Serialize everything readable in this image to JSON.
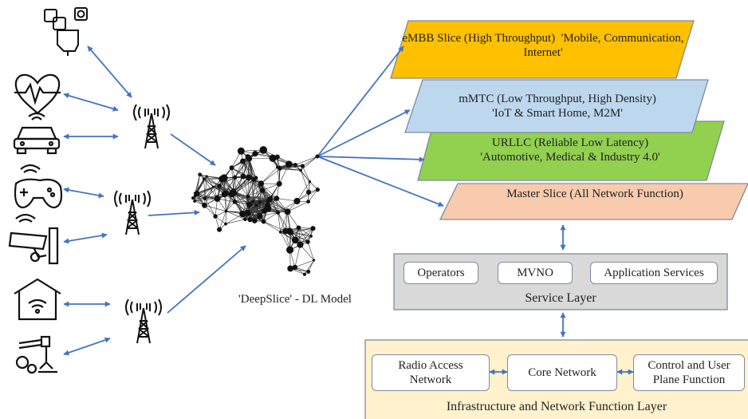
{
  "slices": [
    {
      "title": "eMBB Slice (High Throughput)",
      "subtitle": "'Mobile, Communication, Internet'",
      "fill": "#ffc000"
    },
    {
      "title": "mMTC (Low Throughput, High Density)",
      "subtitle": "'IoT & Smart Home, M2M'",
      "fill": "#bdd7ee"
    },
    {
      "title": "URLLC (Reliable Low Latency)",
      "subtitle": "'Automotive, Medical & Industry 4.0'",
      "fill": "#92d050"
    },
    {
      "title": "Master Slice (All Network Function)",
      "subtitle": "",
      "fill": "#f8cbad"
    }
  ],
  "model_label": "'DeepSlice' - DL Model",
  "service_layer": {
    "title": "Service Layer",
    "fill": "#d9d9d9",
    "items": [
      "Operators",
      "MVNO",
      "Application Services"
    ]
  },
  "infra_layer": {
    "title": "Infrastructure and Network Function Layer",
    "fill": "#fff2cc",
    "items": [
      "Radio Access Network",
      "Core Network",
      "Control and User Plane Function"
    ]
  },
  "colors": {
    "arrow": "#4472c4",
    "border": "#7f8aa1"
  },
  "devices": [
    "social-media-phone-icon",
    "heart-rate-icon",
    "connected-car-icon",
    "game-controller-icon",
    "cctv-camera-icon",
    "smart-home-icon",
    "robotic-arm-icon"
  ]
}
